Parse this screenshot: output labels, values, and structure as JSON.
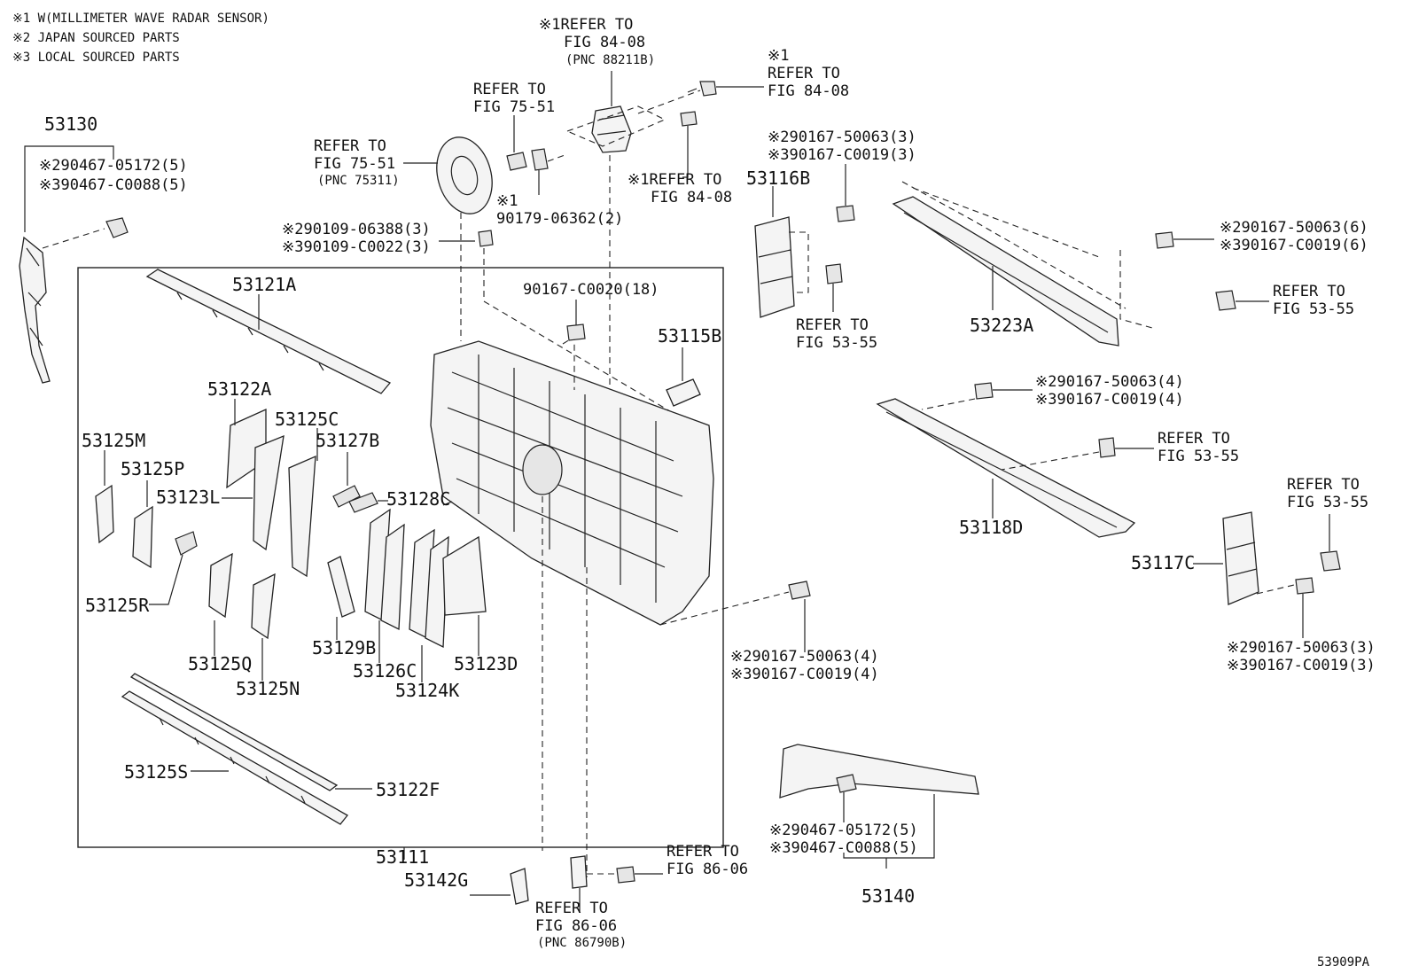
{
  "notes": [
    "※1 W(MILLIMETER WAVE RADAR SENSOR)",
    "※2 JAPAN SOURCED PARTS",
    "※3 LOCAL SOURCED PARTS"
  ],
  "diagram_id": "53909PA",
  "labels": {
    "p53130": "53130",
    "p53130_a": "※290467-05172(5)",
    "p53130_b": "※390467-C0088(5)",
    "refer_top_1": "※1REFER TO",
    "refer_top_2": "FIG 84-08",
    "refer_top_3": "(PNC 88211B)",
    "refer_rt_1": "※1",
    "refer_rt_2": "REFER TO",
    "refer_rt_3": "FIG 84-08",
    "refer_7551a_1": "REFER TO",
    "refer_7551a_2": "FIG 75-51",
    "refer_7551b_1": "REFER TO",
    "refer_7551b_2": "FIG 75-51",
    "refer_7551b_3": "(PNC 75311)",
    "refer_mid_1": "※1REFER TO",
    "refer_mid_2": "FIG 84-08",
    "clip_90179_1": "※1",
    "clip_90179_2": "90179-06362(2)",
    "bolt_90109_a": "※290109-06388(3)",
    "bolt_90109_b": "※390109-C0022(3)",
    "p53116b_a": "※290167-50063(3)",
    "p53116b_b": "※390167-C0019(3)",
    "p53116b": "53116B",
    "refer_5355_a1": "REFER TO",
    "refer_5355_a2": "FIG 53-55",
    "p53223a": "53223A",
    "p53223a_a": "※290167-50063(6)",
    "p53223a_b": "※390167-C0019(6)",
    "refer_5355_b1": "REFER TO",
    "refer_5355_b2": "FIG 53-55",
    "p53121a": "53121A",
    "p90167": "90167-C0020(18)",
    "p53115b": "53115B",
    "p53122a": "53122A",
    "p53125c": "53125C",
    "p53127b": "53127B",
    "p53125m": "53125M",
    "p53125p": "53125P",
    "p53123l": "53123L",
    "p53128c": "53128C",
    "p53125r": "53125R",
    "p53129b": "53129B",
    "p53123d": "53123D",
    "p53125q": "53125Q",
    "p53126c": "53126C",
    "p53125n": "53125N",
    "p53124k": "53124K",
    "p53118d_a": "※290167-50063(4)",
    "p53118d_b": "※390167-C0019(4)",
    "refer_5355_c1": "REFER TO",
    "refer_5355_c2": "FIG 53-55",
    "p53118d": "53118D",
    "refer_5355_d1": "REFER TO",
    "refer_5355_d2": "FIG 53-55",
    "p53117c": "53117C",
    "p53117c_a": "※290167-50063(3)",
    "p53117c_b": "※390167-C0019(3)",
    "bolt_low_a": "※290167-50063(4)",
    "bolt_low_b": "※390167-C0019(4)",
    "p53125s": "53125S",
    "p53122f": "53122F",
    "p53111": "53111",
    "p53142g": "53142G",
    "refer_8606a_1": "REFER TO",
    "refer_8606a_2": "FIG 86-06",
    "refer_8606b_1": "REFER TO",
    "refer_8606b_2": "FIG 86-06",
    "refer_8606b_3": "(PNC 86790B)",
    "p53140_a": "※290467-05172(5)",
    "p53140_b": "※390467-C0088(5)",
    "p53140": "53140"
  }
}
